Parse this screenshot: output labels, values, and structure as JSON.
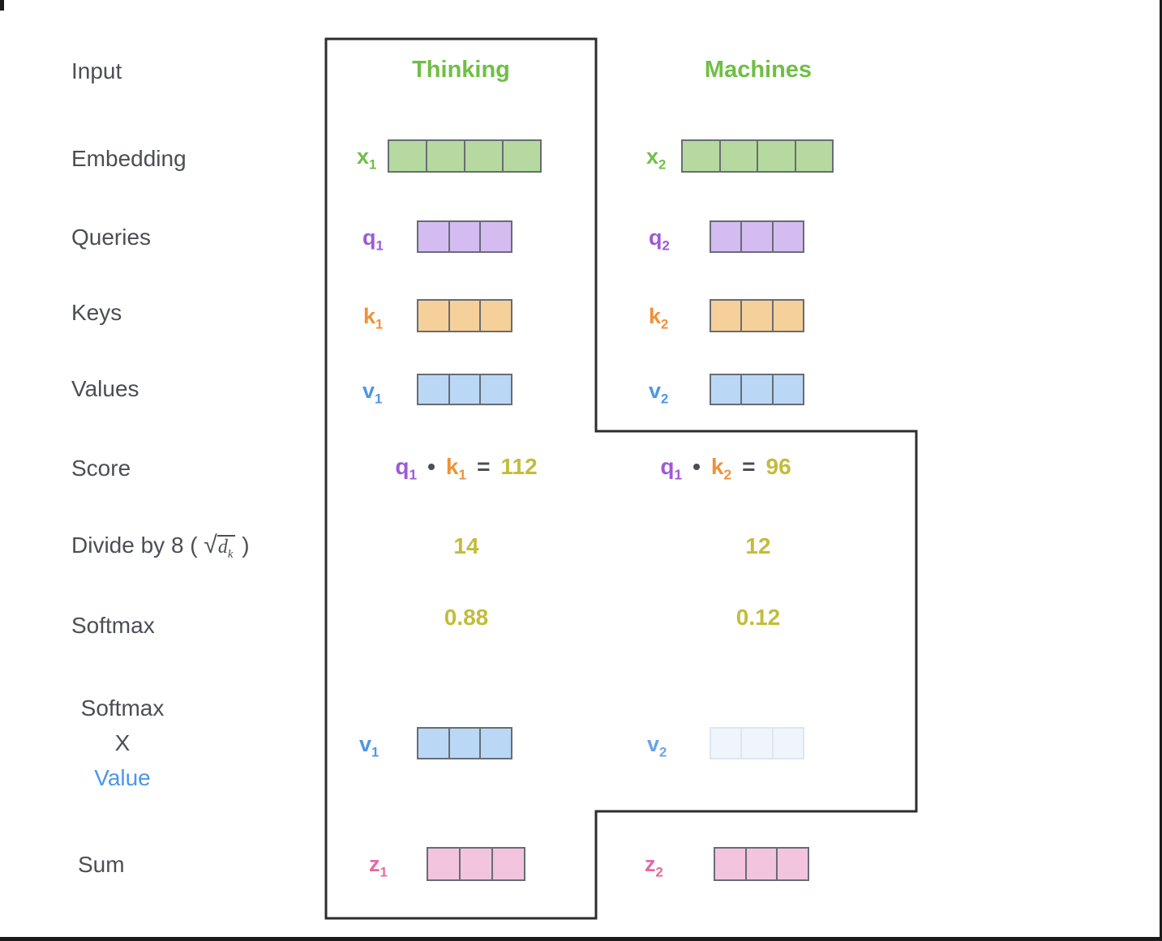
{
  "diagram": {
    "row_labels": {
      "input": "Input",
      "embedding": "Embedding",
      "queries": "Queries",
      "keys": "Keys",
      "values": "Values",
      "score": "Score",
      "divide_prefix": "Divide by 8 (",
      "divide_sqrt": "√",
      "divide_radicand": "d",
      "divide_radicand_sub": "k",
      "divide_suffix": ")",
      "softmax": "Softmax",
      "softmax_x_value_line1": "Softmax",
      "softmax_x_value_line2": "X",
      "softmax_x_value_line3": "Value",
      "sum": "Sum"
    },
    "headers": {
      "word1": "Thinking",
      "word2": "Machines"
    },
    "vectors": {
      "x1": {
        "base": "x",
        "sub": "1",
        "cells": 4
      },
      "x2": {
        "base": "x",
        "sub": "2",
        "cells": 4
      },
      "q1": {
        "base": "q",
        "sub": "1",
        "cells": 3
      },
      "q2": {
        "base": "q",
        "sub": "2",
        "cells": 3
      },
      "k1": {
        "base": "k",
        "sub": "1",
        "cells": 3
      },
      "k2": {
        "base": "k",
        "sub": "2",
        "cells": 3
      },
      "v1": {
        "base": "v",
        "sub": "1",
        "cells": 3
      },
      "v2": {
        "base": "v",
        "sub": "2",
        "cells": 3
      },
      "v1_weighted": {
        "base": "v",
        "sub": "1",
        "cells": 3
      },
      "v2_weighted": {
        "base": "v",
        "sub": "2",
        "cells": 3
      },
      "z1": {
        "base": "z",
        "sub": "1",
        "cells": 3
      },
      "z2": {
        "base": "z",
        "sub": "2",
        "cells": 3
      }
    },
    "score_equations": {
      "left": {
        "q": "q",
        "q_sub": "1",
        "dot": "•",
        "k": "k",
        "k_sub": "1",
        "equals": "=",
        "value": "112"
      },
      "right": {
        "q": "q",
        "q_sub": "1",
        "dot": "•",
        "k": "k",
        "k_sub": "2",
        "equals": "=",
        "value": "96"
      }
    },
    "divide_values": {
      "left": "14",
      "right": "12"
    },
    "softmax_values": {
      "left": "0.88",
      "right": "0.12"
    },
    "colors": {
      "green_label": "#6fbf44",
      "green_fill": "#b6d99f",
      "purple_label": "#9d59d6",
      "purple_fill": "#d4bcf0",
      "orange_label": "#f09138",
      "orange_fill": "#f6d09a",
      "blue_label": "#4d96e8",
      "blue_fill": "#bad8f6",
      "faded_blue_fill": "#f0f5fb",
      "pink_label": "#e4699f",
      "pink_fill": "#f2c4de",
      "score_value": "#c3bc3b",
      "row_label_text": "#4b4e55",
      "outline": "#2d2d2d"
    }
  }
}
